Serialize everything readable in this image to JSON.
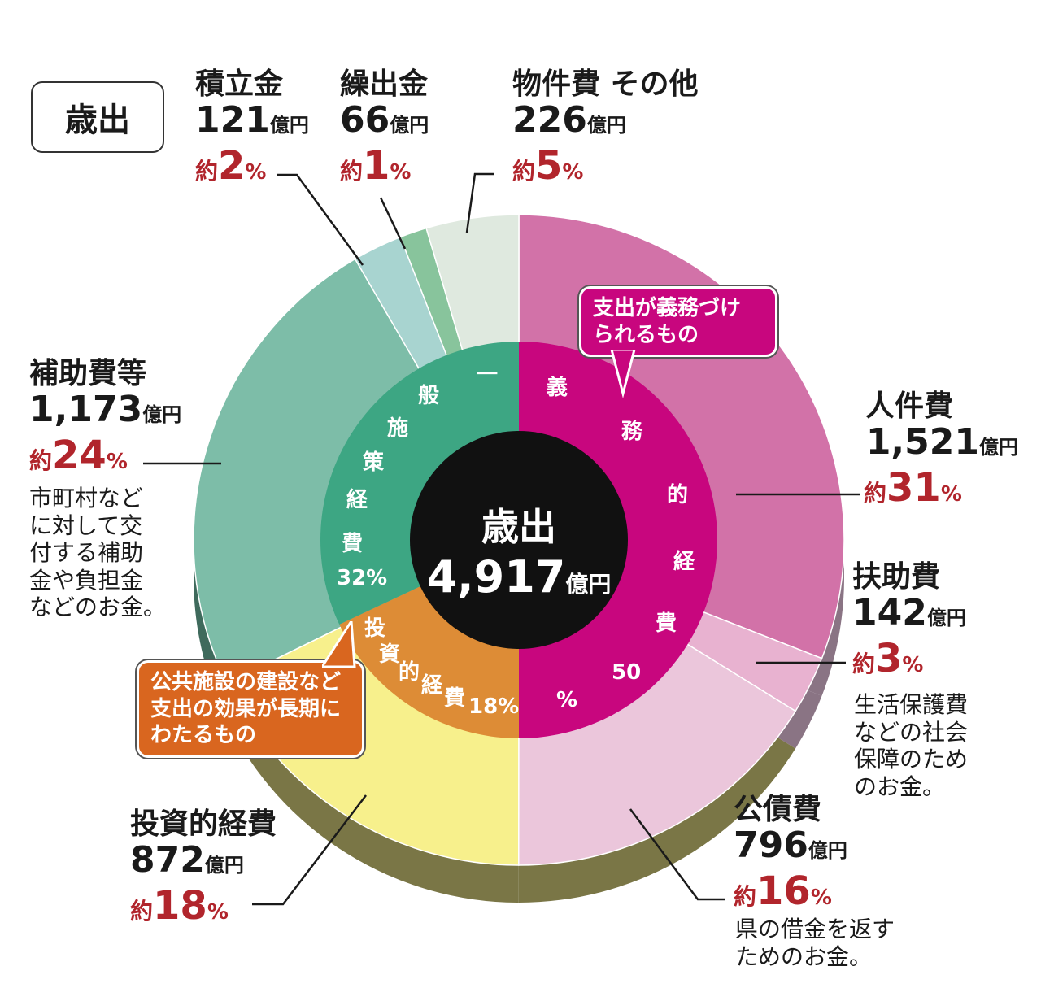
{
  "header": {
    "title": "歳出"
  },
  "center": {
    "title": "歳出",
    "amount": "4,917",
    "unit": "億円"
  },
  "unit": "億円",
  "approx_prefix": "約",
  "percent_sign": "%",
  "outer_labels": {
    "tsumitate": {
      "name": "積立金",
      "amount": "121",
      "pct": "2"
    },
    "kuridashi": {
      "name": "繰出金",
      "amount": "66",
      "pct": "1"
    },
    "buppin": {
      "name": "物件費 その他",
      "amount": "226",
      "pct": "5"
    },
    "jinken": {
      "name": "人件費",
      "amount": "1,521",
      "pct": "31"
    },
    "fujo": {
      "name": "扶助費",
      "amount": "142",
      "pct": "3"
    },
    "kosai": {
      "name": "公債費",
      "amount": "796",
      "pct": "16"
    },
    "toushi": {
      "name": "投資的経費",
      "amount": "872",
      "pct": "18"
    },
    "hojo": {
      "name": "補助費等",
      "amount": "1,173",
      "pct": "24"
    }
  },
  "descriptions": {
    "hojo": [
      "市町村など",
      "に対して交",
      "付する補助",
      "金や負担金",
      "などのお金。"
    ],
    "fujo": [
      "生活保護費",
      "などの社会",
      "保障のため",
      "のお金。"
    ],
    "kosai": [
      "県の借金を返す",
      "ためのお金。"
    ]
  },
  "bubbles": {
    "gimu": [
      "支出が義務づけ",
      "られるもの"
    ],
    "toushi": [
      "公共施設の建設など",
      "支出の効果が長期に",
      "わたるもの"
    ]
  },
  "inner_ring": {
    "gimu": {
      "chars": [
        "義",
        "務",
        "的",
        "経",
        "費"
      ],
      "pct_num": "50",
      "pct_sign": "%"
    },
    "ippan": {
      "chars": [
        "一",
        "般",
        "施",
        "策",
        "経",
        "費"
      ],
      "pct": "32%"
    },
    "toushi": {
      "chars": [
        "投",
        "資",
        "的",
        "経",
        "費"
      ],
      "pct": "18%"
    }
  },
  "chart_data": {
    "type": "pie",
    "title": "歳出",
    "total": 4917,
    "unit": "億円",
    "outer": [
      {
        "name": "人件費",
        "value": 1521,
        "percent": 31,
        "color": "#d272a8"
      },
      {
        "name": "扶助費",
        "value": 142,
        "percent": 3,
        "color": "#e8b2d0"
      },
      {
        "name": "公債費",
        "value": 796,
        "percent": 16,
        "color": "#ebc6db"
      },
      {
        "name": "投資的経費",
        "value": 872,
        "percent": 18,
        "color": "#f7f08c"
      },
      {
        "name": "補助費等",
        "value": 1173,
        "percent": 24,
        "color": "#7dbda8"
      },
      {
        "name": "積立金",
        "value": 121,
        "percent": 2,
        "color": "#a8d4d0"
      },
      {
        "name": "繰出金",
        "value": 66,
        "percent": 1,
        "color": "#88c49c"
      },
      {
        "name": "物件費 その他",
        "value": 226,
        "percent": 5,
        "color": "#dfe9df"
      }
    ],
    "inner": [
      {
        "name": "義務的経費",
        "percent": 50,
        "color": "#c8067e"
      },
      {
        "name": "投資的経費",
        "percent": 18,
        "color": "#dd8c36"
      },
      {
        "name": "一般施策経費",
        "percent": 32,
        "color": "#3da683"
      }
    ],
    "side_colors": [
      "#8a7484",
      "#8a7484",
      "#7a7646",
      "#7a7646",
      "#3f6a5c",
      "#3f6a5c",
      "#3f6a5c",
      "#3f6a5c"
    ],
    "hole_color": "#111111"
  }
}
